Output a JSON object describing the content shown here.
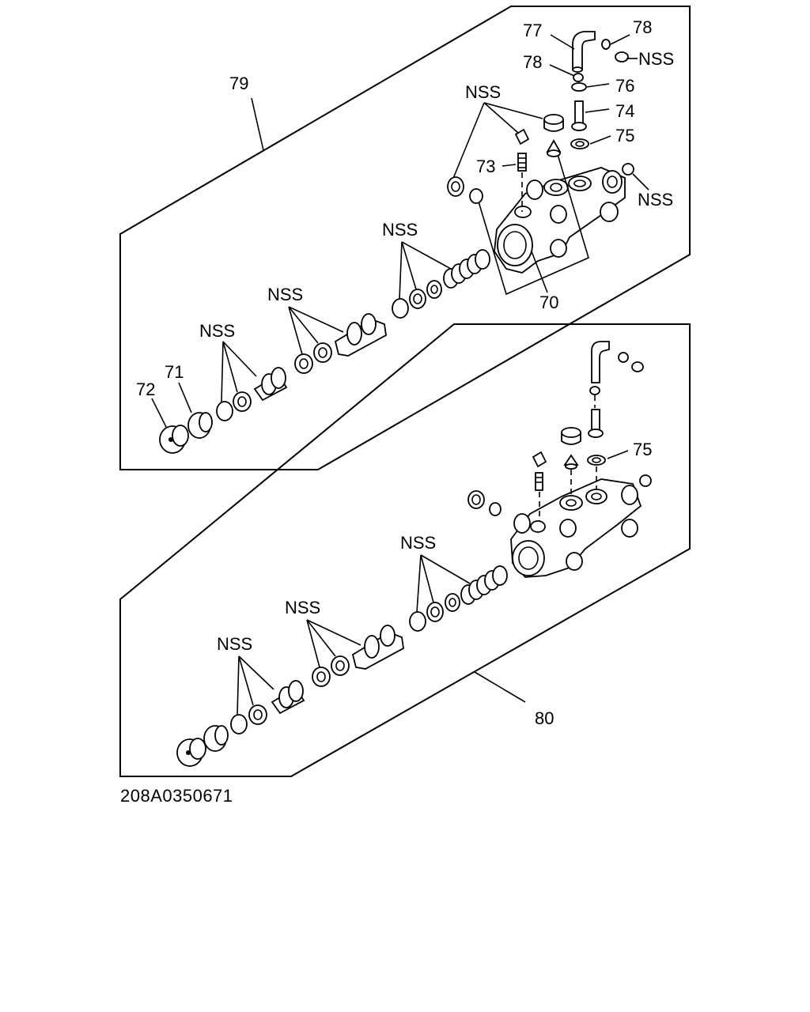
{
  "diagram": {
    "document_id": "208A0350671",
    "top_assembly": {
      "label_79": "79",
      "label_77": "77",
      "label_78_top": "78",
      "label_78_left": "78",
      "label_76": "76",
      "label_74": "74",
      "label_75": "75",
      "label_73": "73",
      "label_70": "70",
      "label_71": "71",
      "label_72": "72",
      "nss_top_right": "NSS",
      "nss_upper_left": "NSS",
      "nss_right_side": "NSS",
      "nss_seals_right": "NSS",
      "nss_seals_middle": "NSS",
      "nss_seals_left": "NSS"
    },
    "bottom_assembly": {
      "label_80": "80",
      "label_75": "75",
      "nss_seals_right": "NSS",
      "nss_seals_middle": "NSS",
      "nss_seals_left": "NSS"
    }
  }
}
